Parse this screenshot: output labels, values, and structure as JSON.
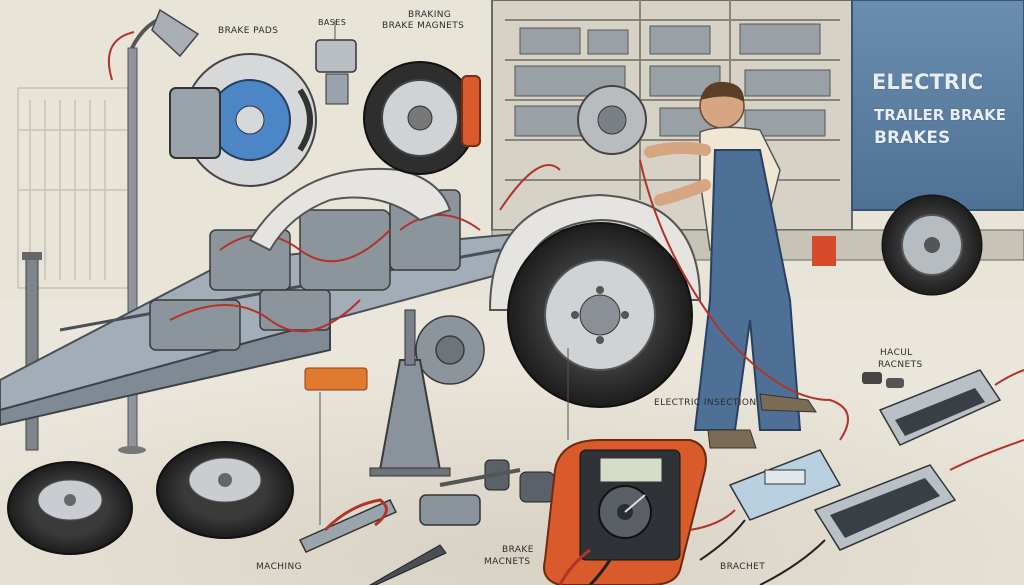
{
  "labels": {
    "brake_pads": "BRAKE PADS",
    "bases": "BASES",
    "braking_magnets_line1": "BRAKING",
    "braking_magnets_line2": "BRAKE MAGNETS",
    "electric_insection": "ELECTRIC INSECTION",
    "hacul_racnets_line1": "HACUL",
    "hacul_racnets_line2": "RACNETS",
    "brake_macnets_line1": "BRAKE",
    "brake_macnets_line2": "MACNETS",
    "maching": "MACHING",
    "brachet": "BRACHET"
  },
  "truck_text": {
    "line1": "ELECTRIC",
    "line2": "TRAILER BRAKE",
    "line3": "BRAKES"
  },
  "colors": {
    "background": "#e9e4d8",
    "truck_blue": "#5c7ea0",
    "overalls": "#4e6f96",
    "wire_red": "#b2332a",
    "multimeter_orange": "#d95a2a",
    "reflector_orange": "#e07a30"
  }
}
